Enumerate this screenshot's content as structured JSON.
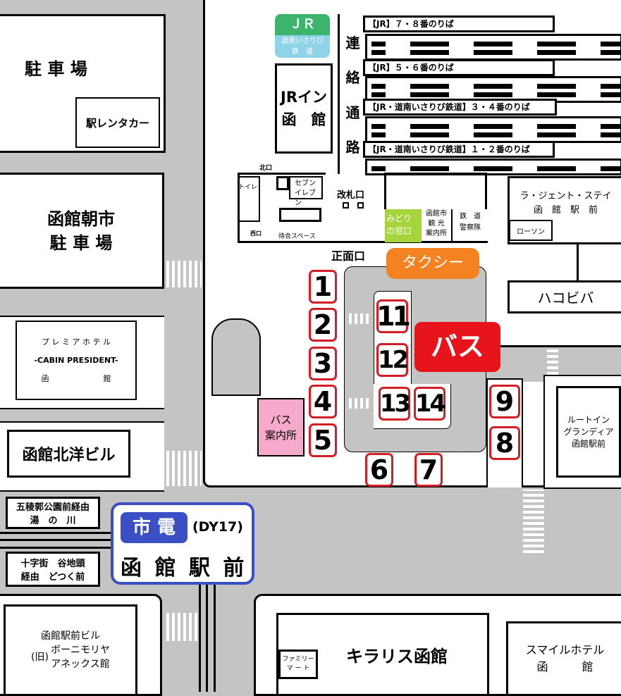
{
  "parking": {
    "label": "駐 車 場",
    "rental": "駅レンタカー"
  },
  "asaichi_parking": {
    "line1": "函館朝市",
    "line2": "駐 車 場"
  },
  "premier_hotel": {
    "line1": "プ レ ミ ア ホ テ ル",
    "line2": "-CABIN PRESIDENT-",
    "line3": "函　　　　　　　館"
  },
  "hokuyo": "函館北洋ビル",
  "tram_routes": [
    {
      "line1": "五稜郭公園前経由",
      "line2": "湯　の　川"
    },
    {
      "line1": "十字街　谷地頭",
      "line2": "経由　どつく前"
    }
  ],
  "tram_stop": {
    "badge": "市 電",
    "code": "(DY17)",
    "name": "函 館 駅 前",
    "color": "#3a4fc4"
  },
  "jr_logo": {
    "top": "ＪＲ",
    "bottom1": "道南いさりび",
    "bottom2": "鉄　道",
    "green": "#3cb46e",
    "blue": "#8fd3e8"
  },
  "jr_inn": {
    "line1": "JRイン",
    "line2": "函　館"
  },
  "corridor": [
    "連",
    "絡",
    "通",
    "路"
  ],
  "platforms": [
    "【JR】７・８番のりば",
    "【JR】５・６番のりば",
    "【JR・道南いさりび鉄道】３・４番のりば",
    "【JR・道南いさりび鉄道】１・２番のりば"
  ],
  "station": {
    "north_exit": "北口",
    "toilet": "トイレ",
    "seven": {
      "l1": "セブン",
      "l2": "イレブン"
    },
    "gate": "改札口",
    "west_exit": "西口",
    "waiting": "待合スペース",
    "midori": {
      "l1": "みどり",
      "l2": "の窓口",
      "color": "#a5d43c"
    },
    "tourist": {
      "l1": "函館市",
      "l2": "観 光",
      "l3": "案内所"
    },
    "police": {
      "l1": "鉄　道",
      "l2": "警察隊"
    },
    "main_exit": "正面口"
  },
  "taxi": {
    "label": "タクシー",
    "color": "#f58220"
  },
  "bus": {
    "label": "バス",
    "color": "#e8141c"
  },
  "bus_info": {
    "l1": "バス",
    "l2": "案内所"
  },
  "stops": [
    "1",
    "2",
    "3",
    "4",
    "5",
    "6",
    "7",
    "8",
    "9",
    "11",
    "12",
    "13",
    "14"
  ],
  "lagent": {
    "l1": "ラ・ジェント・ステイ",
    "l2": "函　館　駅　前",
    "lawson": "ローソン"
  },
  "hakobiba": "ハコビバ",
  "routeinn": {
    "l1": "ルートイン",
    "l2": "グランディア",
    "l3": "函館駅前"
  },
  "ekimae_bldg": {
    "l1": "函館駅前ビル",
    "l2": "ボーニモリヤ",
    "l3": "アネックス館",
    "old": "(旧)"
  },
  "kiraris": "キラリス函館",
  "familymart": {
    "l1": "ファミリー",
    "l2": "マ ー ト"
  },
  "smile": {
    "l1": "スマイルホテル",
    "l2": "函　　　館"
  }
}
